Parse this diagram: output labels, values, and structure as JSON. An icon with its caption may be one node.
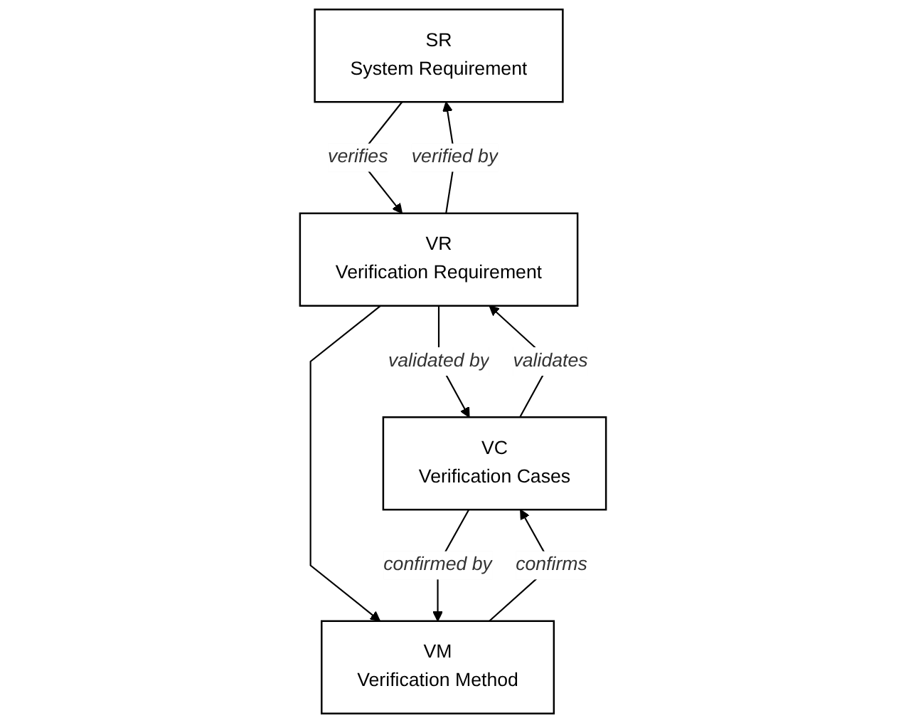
{
  "diagram": {
    "nodes": [
      {
        "text": [
          "SR",
          "System Requirement"
        ]
      },
      {
        "text": [
          "VR",
          "Verification Requirement"
        ]
      },
      {
        "text": [
          "VC",
          "Verification Cases"
        ]
      },
      {
        "text": [
          "VM",
          "Verification Method"
        ]
      }
    ],
    "edges": [
      {
        "from": 0,
        "to": 1,
        "arrow": "to",
        "label": "verifies"
      },
      {
        "from": 1,
        "to": 0,
        "arrow": "to",
        "label": "verified by"
      },
      {
        "from": 1,
        "to": 2,
        "arrow": "to",
        "label": "validated by"
      },
      {
        "from": 2,
        "to": 1,
        "arrow": "to",
        "label": "validates"
      },
      {
        "from": 1,
        "to": 3,
        "arrow": "to"
      },
      {
        "from": 3,
        "to": 2,
        "arrow": "to",
        "label": "confirms"
      },
      {
        "from": 2,
        "to": 3,
        "arrow": "to",
        "label": "confirmed by"
      }
    ]
  }
}
